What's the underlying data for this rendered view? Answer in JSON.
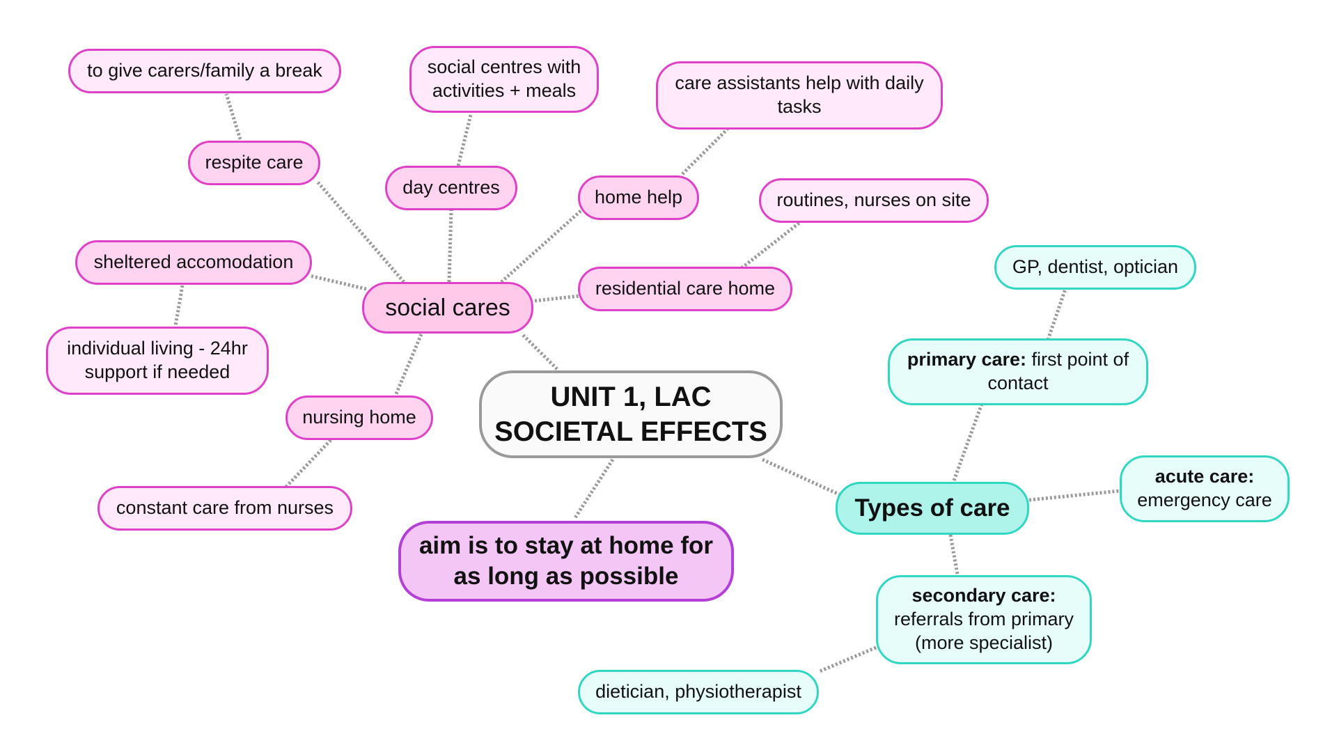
{
  "center": {
    "line1": "UNIT 1, LAC",
    "line2": "SOCIETAL EFFECTS"
  },
  "aim": {
    "line1": "aim is to stay at home for",
    "line2": "as long as possible"
  },
  "social": {
    "title": "social cares",
    "give_break": "to give carers/family a break",
    "respite": "respite care",
    "social_centres": {
      "line1": "social centres with",
      "line2": "activities + meals"
    },
    "day_centres": "day centres",
    "care_assistants": {
      "line1": "care assistants help with daily",
      "line2": "tasks"
    },
    "home_help": "home help",
    "routines": "routines, nurses on site",
    "residential": "residential care home",
    "sheltered": "sheltered accomodation",
    "individual": {
      "line1": "individual living  - 24hr",
      "line2": "support if needed"
    },
    "nursing_home": "nursing home",
    "constant_care": "constant care from nurses"
  },
  "types": {
    "title": "Types of care",
    "gp": "GP, dentist, optician",
    "primary": {
      "label": "primary care:",
      "text1": " first point of",
      "text2": "contact"
    },
    "acute": {
      "label": "acute care:",
      "text": "emergency care"
    },
    "secondary": {
      "label": "secondary care:",
      "line1": "referrals from primary",
      "line2": "(more specialist)"
    },
    "dietician": "dietician, physiotherapist"
  },
  "colors": {
    "pink_border": "#e040c8",
    "teal_border": "#2fd7c2",
    "purple_border": "#b43fd7",
    "grey_border": "#9a9a9a"
  }
}
